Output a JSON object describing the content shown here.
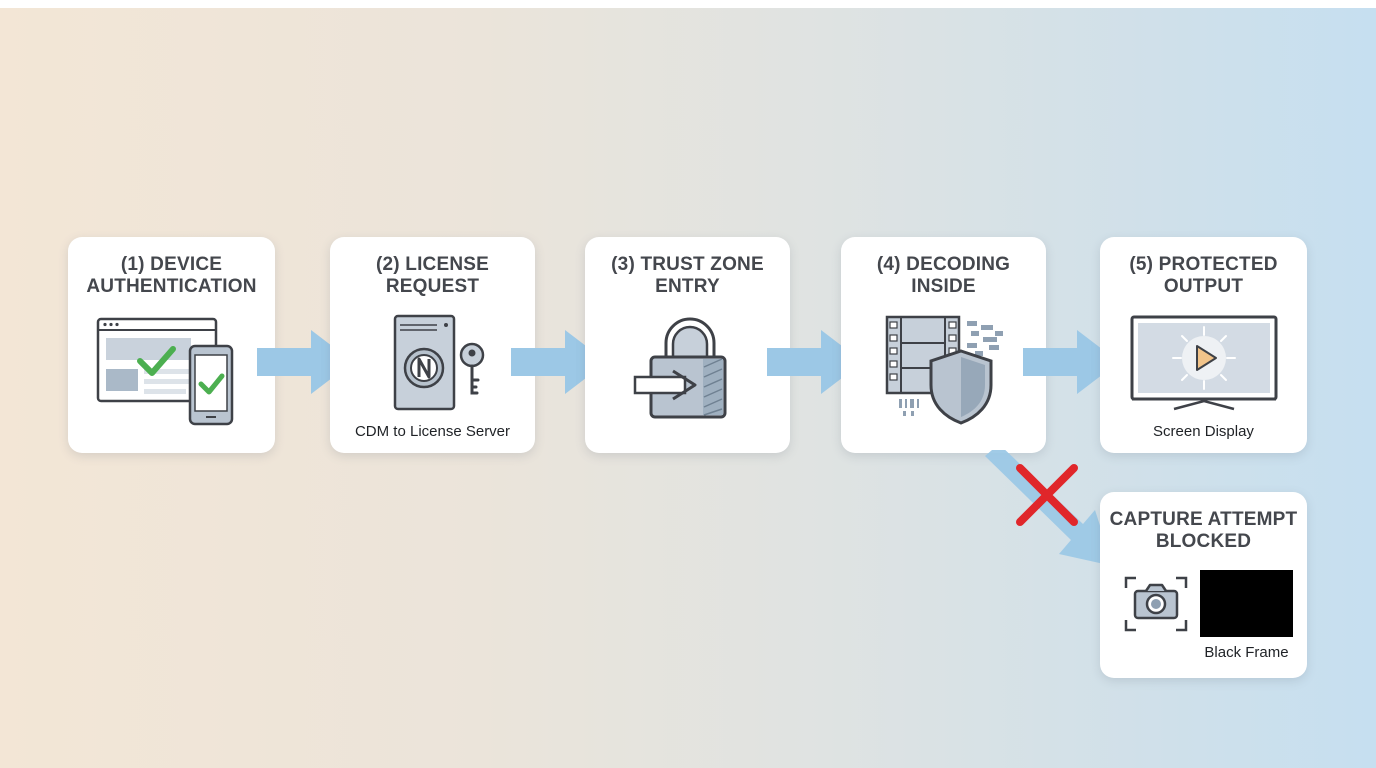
{
  "steps": [
    {
      "title_line1": "(1) DEVICE",
      "title_line2": "AUTHENTICATION",
      "caption": "",
      "icon": "device-auth-icon"
    },
    {
      "title_line1": "(2) LICENSE",
      "title_line2": "REQUEST",
      "caption": "CDM to License Server",
      "icon": "license-server-key-icon"
    },
    {
      "title_line1": "(3) TRUST ZONE",
      "title_line2": "ENTRY",
      "caption": "",
      "icon": "padlock-entry-icon"
    },
    {
      "title_line1": "(4) DECODING",
      "title_line2": "INSIDE",
      "caption": "",
      "icon": "film-shield-icon"
    },
    {
      "title_line1": "(5) PROTECTED",
      "title_line2": "OUTPUT",
      "caption": "Screen Display",
      "icon": "tv-play-icon"
    }
  ],
  "blocked": {
    "title_line1": "CAPTURE ATTEMPT",
    "title_line2": "BLOCKED",
    "caption": "Black Frame",
    "icons": [
      "camera-icon",
      "black-frame"
    ]
  },
  "colors": {
    "arrow": "#9cc8e6",
    "check": "#4caf50",
    "cross": "#e0262a",
    "icon_fill": "#b9c4d0",
    "icon_stroke": "#3e4147",
    "play": "#f2c48a"
  }
}
